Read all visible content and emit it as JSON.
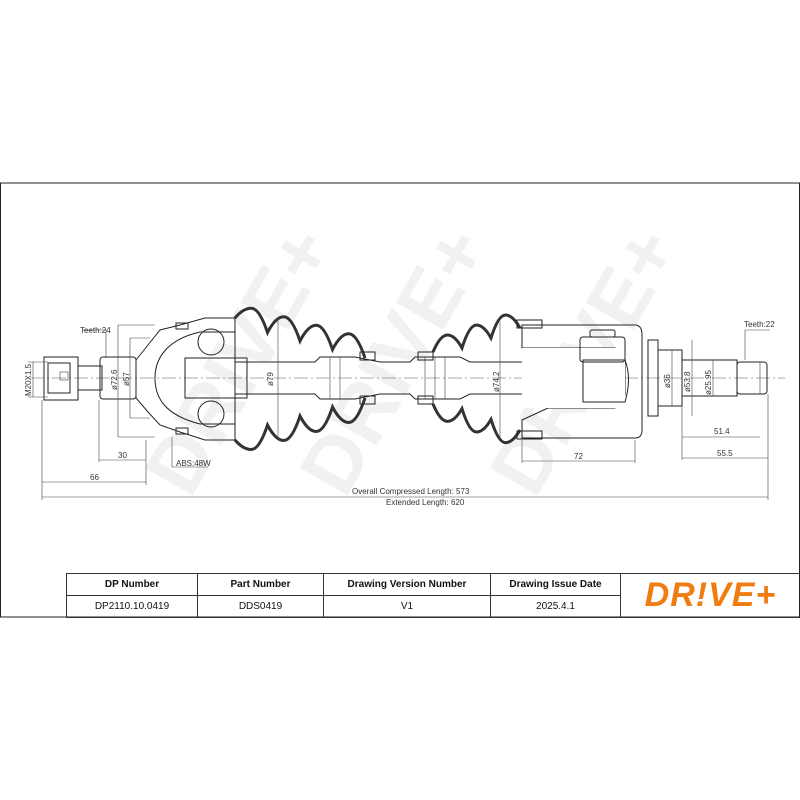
{
  "watermark": "DRIVE+",
  "dimensions": {
    "teeth_left": "Teeth:24",
    "thread": "M20X1.5",
    "d72_6": "ø72.6",
    "d57": "ø57",
    "d79": "ø79",
    "len30": "30",
    "len66": "66",
    "abs": "ABS:48W",
    "overall": "Overall  Compressed  Length: 573",
    "extended": "Extended  Length: 620",
    "d74_2": "ø74.2",
    "len72": "72",
    "d36": "ø36",
    "d53_8": "ø53.8",
    "d25_95": "ø25.95",
    "len51_4": "51.4",
    "len55_5": "55.5",
    "teeth_right": "Teeth:22"
  },
  "title_block": {
    "headers": [
      "DP Number",
      "Part Number",
      "Drawing Version Number",
      "Drawing Issue Date"
    ],
    "values": [
      "DP2110.10.0419",
      "DDS0419",
      "V1",
      "2025.4.1"
    ],
    "logo": "DR!VE+",
    "logo_color": "#f07c12"
  }
}
